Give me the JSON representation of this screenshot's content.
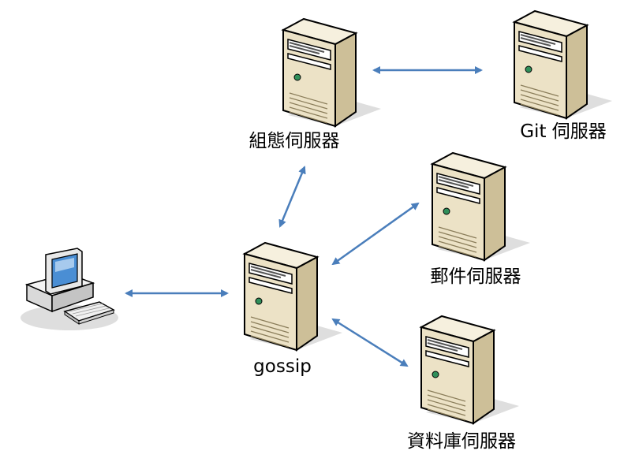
{
  "diagram": {
    "nodes": [
      {
        "id": "client",
        "kind": "workstation",
        "label": ""
      },
      {
        "id": "gossip",
        "kind": "server",
        "label": "gossip"
      },
      {
        "id": "config",
        "kind": "server",
        "label": "組態伺服器"
      },
      {
        "id": "git",
        "kind": "server",
        "label": "Git 伺服器"
      },
      {
        "id": "mail",
        "kind": "server",
        "label": "郵件伺服器"
      },
      {
        "id": "db",
        "kind": "server",
        "label": "資料庫伺服器"
      }
    ],
    "edges": [
      {
        "from": "client",
        "to": "gossip",
        "direction": "both"
      },
      {
        "from": "gossip",
        "to": "config",
        "direction": "both"
      },
      {
        "from": "config",
        "to": "git",
        "direction": "both"
      },
      {
        "from": "gossip",
        "to": "mail",
        "direction": "both"
      },
      {
        "from": "gossip",
        "to": "db",
        "direction": "both"
      }
    ],
    "colors": {
      "arrow": "#4a7ebb",
      "server_front": "#ece2c6",
      "server_side": "#cdbf98",
      "server_top": "#f6f0de",
      "outline": "#000000",
      "shadow": "#dedede",
      "led": "#2f8f5a"
    }
  }
}
